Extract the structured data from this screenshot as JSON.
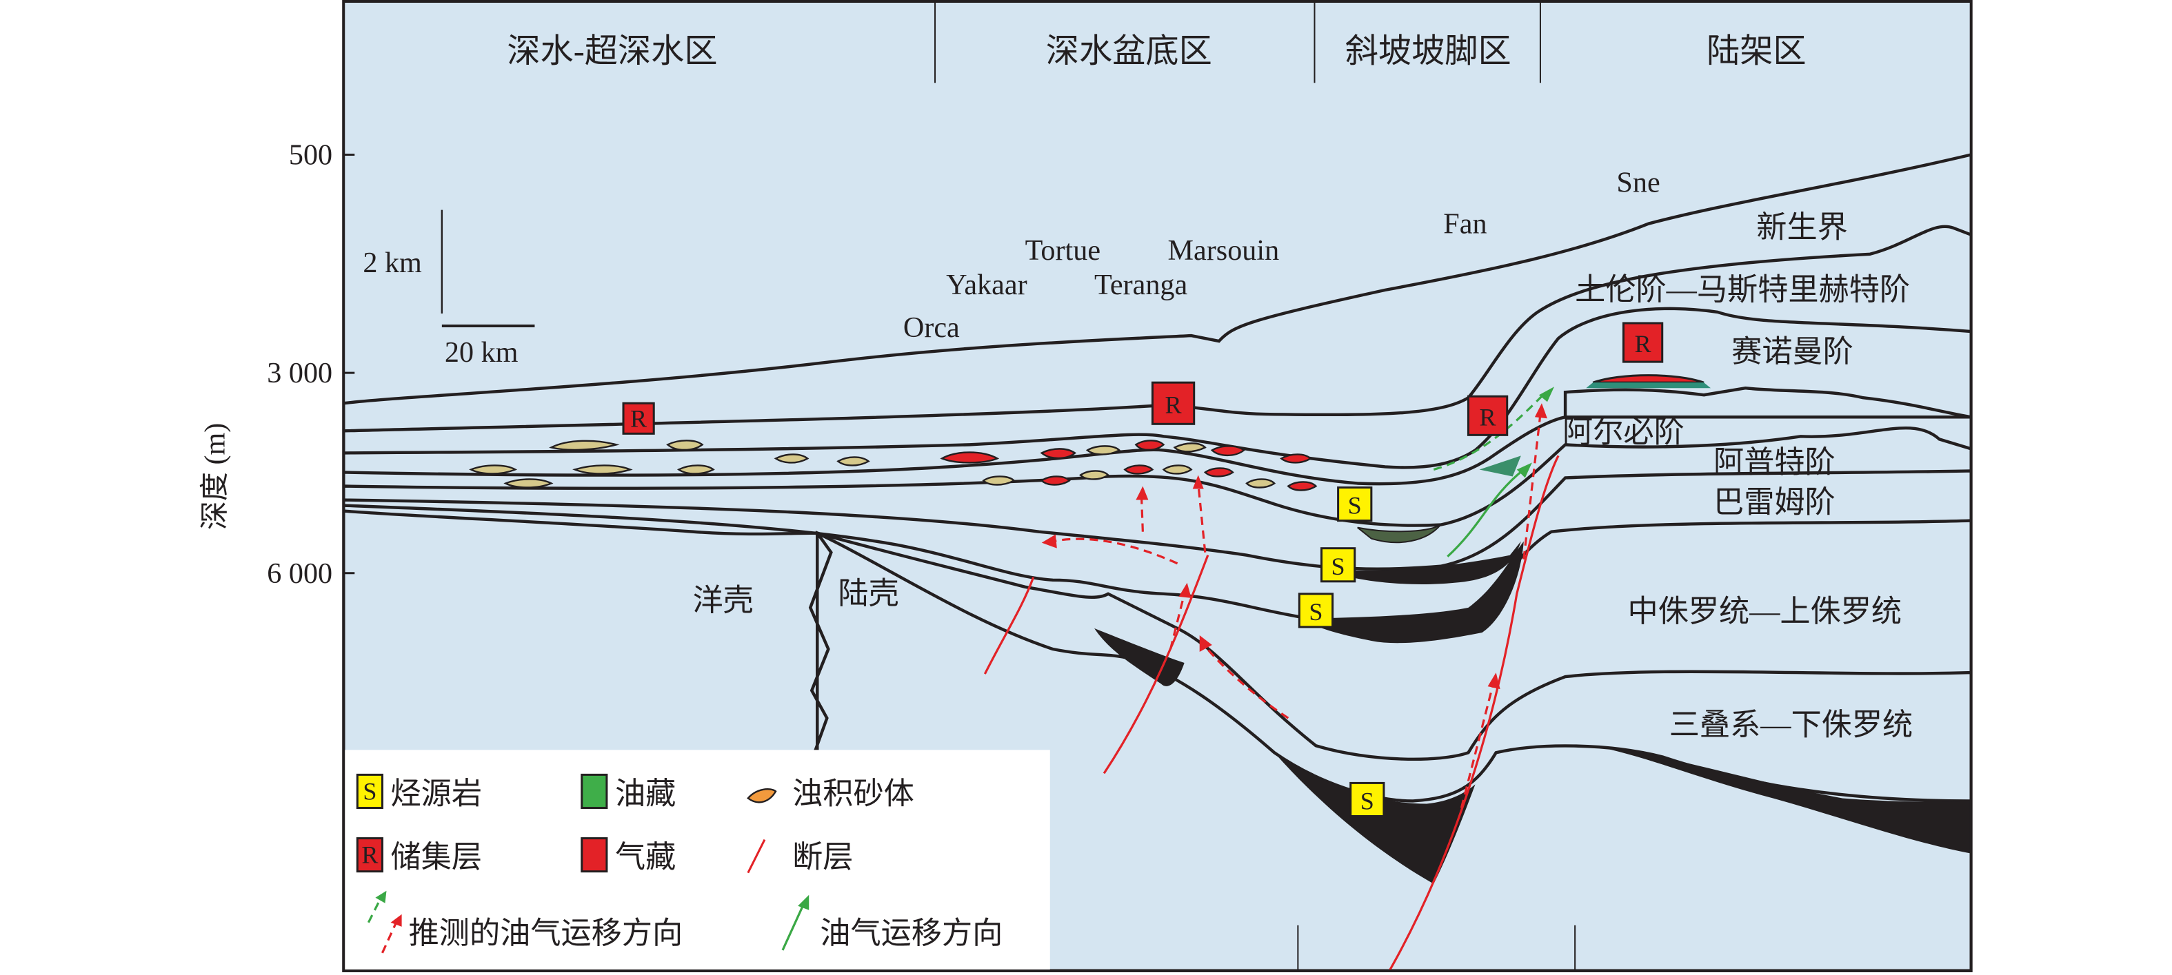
{
  "zones": [
    "深水-超深水区",
    "深水盆底区",
    "斜坡坡脚区",
    "陆架区"
  ],
  "axis": {
    "label": "深度 (m)",
    "ticks": [
      "500",
      "3 000",
      "6 000"
    ]
  },
  "scale": {
    "vertical": "2 km",
    "horizontal": "20 km"
  },
  "fields": [
    "Orca",
    "Yakaar",
    "Teranga",
    "Tortue",
    "Marsouin",
    "Fan",
    "Sne"
  ],
  "layers": [
    "新生界",
    "土伦阶—马斯特里赫特阶",
    "赛诺曼阶",
    "阿尔必阶",
    "阿普特阶",
    "巴雷姆阶",
    "中侏罗统—上侏罗统",
    "三叠系—下侏罗统",
    "洋壳",
    "陆壳"
  ],
  "markers": {
    "source": "S",
    "reservoir": "R"
  },
  "legend": {
    "source_rock": "烃源岩",
    "oil": "油藏",
    "turbidite": "浊积砂体",
    "reservoir": "储集层",
    "gas": "气藏",
    "fault": "断层",
    "inferred_migration": "推测的油气运移方向",
    "migration": "油气运移方向"
  },
  "colors": {
    "sea": "#d5e5f1",
    "cenozoic": "#ecdb98",
    "gas": "#e32227",
    "oil": "#3fae49",
    "source": "#fff200"
  }
}
